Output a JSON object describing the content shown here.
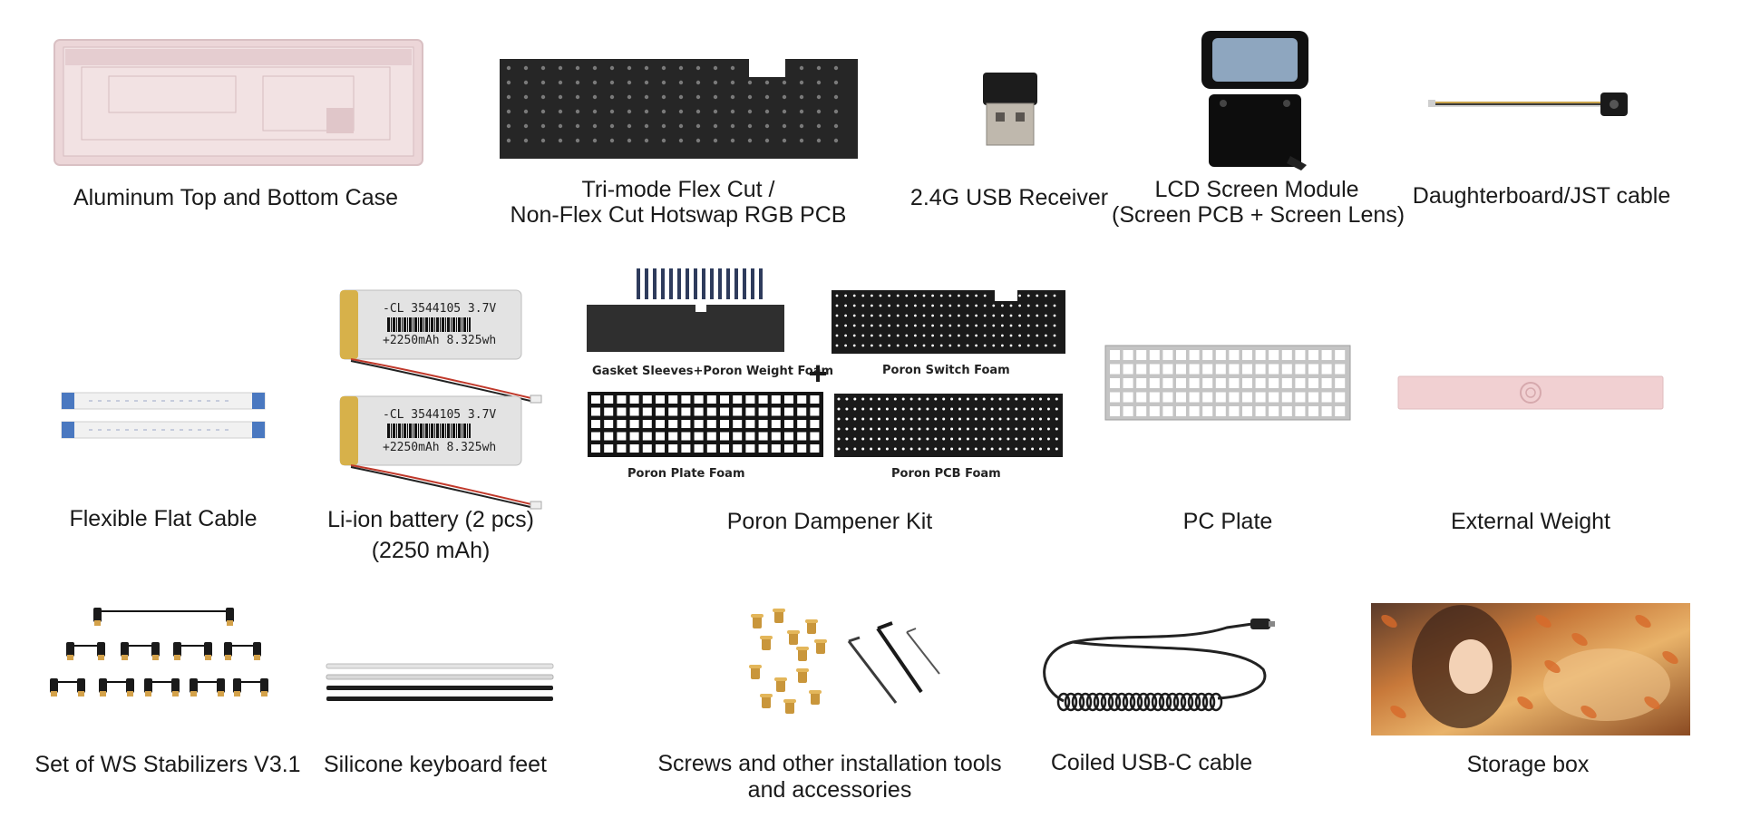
{
  "items": {
    "case": "Aluminum Top and Bottom Case",
    "pcb_line1": "Tri-mode Flex Cut /",
    "pcb_line2": "Non-Flex Cut Hotswap RGB PCB",
    "receiver": "2.4G USB Receiver",
    "lcd_line1": "LCD Screen Module",
    "lcd_line2": "(Screen PCB + Screen Lens)",
    "daughterboard": "Daughterboard/JST cable",
    "ffc": "Flexible Flat Cable",
    "battery_line1": "Li-ion battery (2 pcs)",
    "battery_line2": "(2250 mAh)",
    "dampener": "Poron Dampener Kit",
    "pc_plate": "PC Plate",
    "external_weight": "External Weight",
    "stabilizers": "Set of WS Stabilizers V3.1",
    "feet": "Silicone keyboard feet",
    "screws_line1": "Screws and other installation tools",
    "screws_line2": "and accessories",
    "usb_cable": "Coiled USB-C cable",
    "storage_box": "Storage box"
  },
  "battery_label": {
    "model": "-CL 3544105 3.7V",
    "spec": "+2250mAh 8.325wh"
  },
  "dampener_labels": {
    "gasket": "Gasket Sleeves+Poron Weight Foam",
    "switch": "Poron Switch Foam",
    "plate": "Poron Plate Foam",
    "pcb": "Poron PCB Foam",
    "plus": "+"
  },
  "colors": {
    "case_pink": "#ecd6d8",
    "pcb_black": "#262626",
    "weight_pink": "#f1d0d2",
    "plate_gray": "#bdbdbd"
  }
}
